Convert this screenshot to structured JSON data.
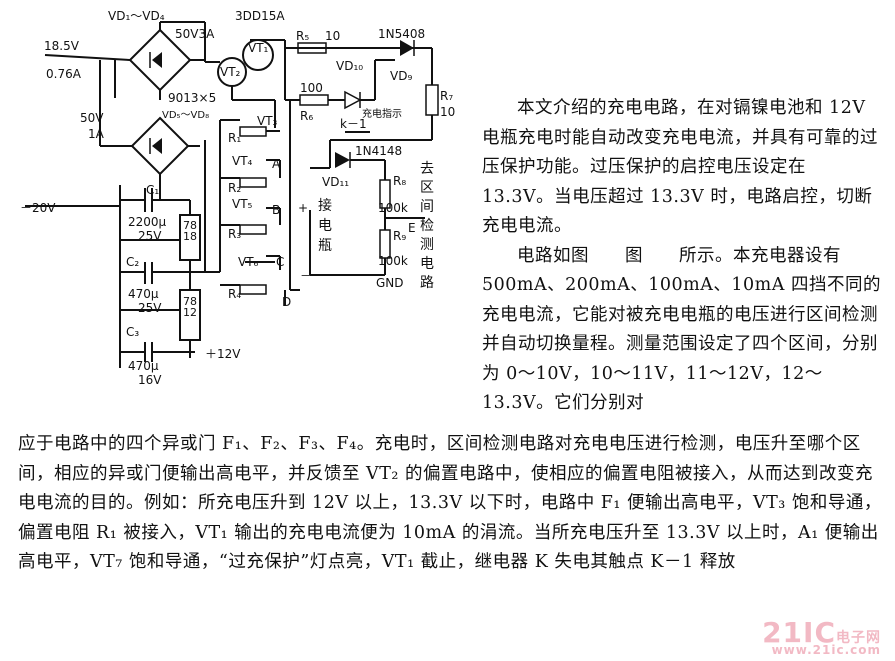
{
  "diagram": {
    "labels": {
      "vd1_vd4": "VD₁～VD₄",
      "bridge1_rating": "50V3A",
      "v_18_5": "18.5V",
      "i_0_76": "0.76A",
      "vt1_model": "3DD15A",
      "vt1": "VT₁",
      "vt2": "VT₂",
      "vt3": "VT₃",
      "vt4": "VT₄",
      "vt5": "VT₅",
      "vt6": "VT₆",
      "transistor_note": "9013×5",
      "vd5_vd8": "VD₅～VD₈",
      "bridge2_rating_v": "50V",
      "bridge2_rating_a": "1A",
      "r1": "R₁",
      "r2": "R₂",
      "r3": "R₃",
      "r4": "R₄",
      "r5": "R₅",
      "r5_val": "10",
      "r6": "R₆",
      "r6_val": "100",
      "r7": "R₇",
      "r7_val": "10",
      "r8": "R₈",
      "r8_val": "100k",
      "r9": "R₉",
      "r9_val": "100k",
      "vd9_model": "1N5408",
      "vd9": "VD₉",
      "vd10": "VD₁₀",
      "charge_indicator": "充电指示",
      "k1": "k－1",
      "vd11_model": "1N4148",
      "vd11": "VD₁₁",
      "node_a": "A",
      "node_b": "B",
      "node_c": "C",
      "node_d": "D",
      "node_e": "E",
      "gnd": "GND",
      "to_battery": "接电瓶",
      "plus": "+",
      "minus": "－",
      "to_detection": "去区间检测电路",
      "minus_20v": "－20V",
      "c1": "C₁",
      "c1_val": "2200μ",
      "c1_volt": "25V",
      "c2": "C₂",
      "c2_val": "470μ",
      "c2_volt": "25V",
      "c3": "C₃",
      "c3_val": "470μ",
      "c3_volt": "16V",
      "reg_7818": "7818",
      "reg_7812": "7812",
      "plus_12v": "＋12V"
    }
  },
  "text": {
    "para1": "本文介绍的充电电路，在对镉镍电池和 12V 电瓶充电时能自动改变充电电流，并具有可靠的过压保护功能。过压保护的启控电压设定在 13.3V。当电压超过 13.3V 时，电路启控，切断充电电流。",
    "para2": "电路如图　　图　　所示。本充电器设有 500mA、200mA、100mA、10mA 四挡不同的充电电流，它能对被充电电瓶的电压进行区间检测并自动切换量程。测量范围设定了四个区间，分别为 0～10V，10～11V，11～12V，12～13.3V。它们分别对",
    "para3": "应于电路中的四个异或门 F₁、F₂、F₃、F₄。充电时，区间检测电路对充电电压进行检测，电压升至哪个区间，相应的异或门便输出高电平，并反馈至 VT₂ 的偏置电路中，使相应的偏置电阻被接入，从而达到改变充电电流的目的。例如：所充电压升到 12V 以上，13.3V 以下时，电路中 F₁ 便输出高电平，VT₃ 饱和导通，偏置电阻 R₁ 被接入，VT₁ 输出的充电电流便为 10mA 的涓流。当所充电压升至 13.3V 以上时，A₁ 便输出高电平，VT₇ 饱和导通，“过充保护”灯点亮，VT₁ 截止，继电器 K 失电其触点 K－1 释放"
  },
  "watermark": {
    "brand": "21IC",
    "brand_cn": "电子网",
    "url": "www.21ic.com"
  }
}
